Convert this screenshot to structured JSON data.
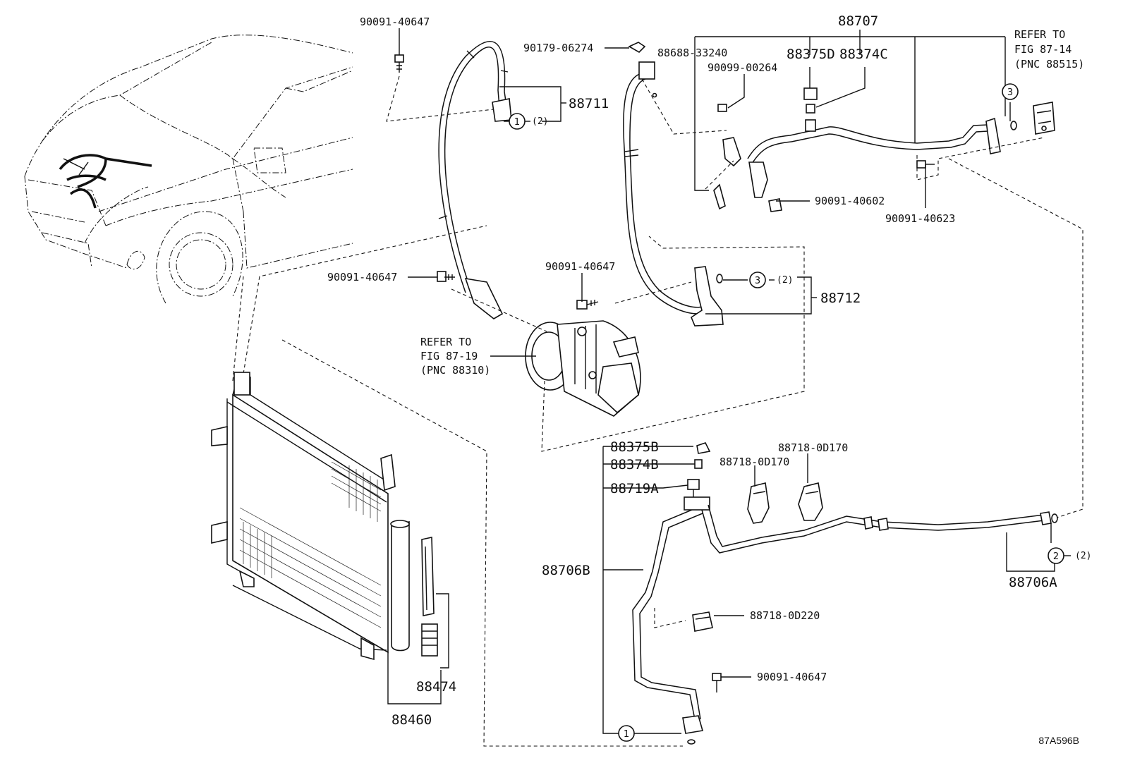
{
  "figure_code": "87A596B",
  "labels": {
    "p88707": "88707",
    "p88711": "88711",
    "p88712": "88712",
    "p88706A": "88706A",
    "p88706B": "88706B",
    "p88460": "88460",
    "p88474": "88474",
    "p88375D": "88375D",
    "p88374C": "88374C",
    "p88375B": "88375B",
    "p88374B": "88374B",
    "p88719A": "88719A",
    "p88688": "88688-33240",
    "p90099": "90099-00264",
    "p90179": "90179-06274",
    "p90091_40647_top": "90091-40647",
    "p90091_40647_mid": "90091-40647",
    "p90091_40647_comp": "90091-40647",
    "p90091_40647_bot": "90091-40647",
    "p90091_40602": "90091-40602",
    "p90091_40623": "90091-40623",
    "p88718_a": "88718-0D170",
    "p88718_b": "88718-0D170",
    "p88718_c": "88718-0D220"
  },
  "refs": {
    "compressor": [
      "REFER TO",
      "FIG 87-19",
      "(PNC 88310)"
    ],
    "valve": [
      "REFER TO",
      "FIG 87-14",
      "(PNC 88515)"
    ]
  },
  "callouts": {
    "c1_top": "1",
    "c1_top_qty": "(2)",
    "c3_mid": "3",
    "c3_mid_qty": "(2)",
    "c3_top": "3",
    "c2": "2",
    "c2_qty": "(2)",
    "c1_bot": "1"
  }
}
